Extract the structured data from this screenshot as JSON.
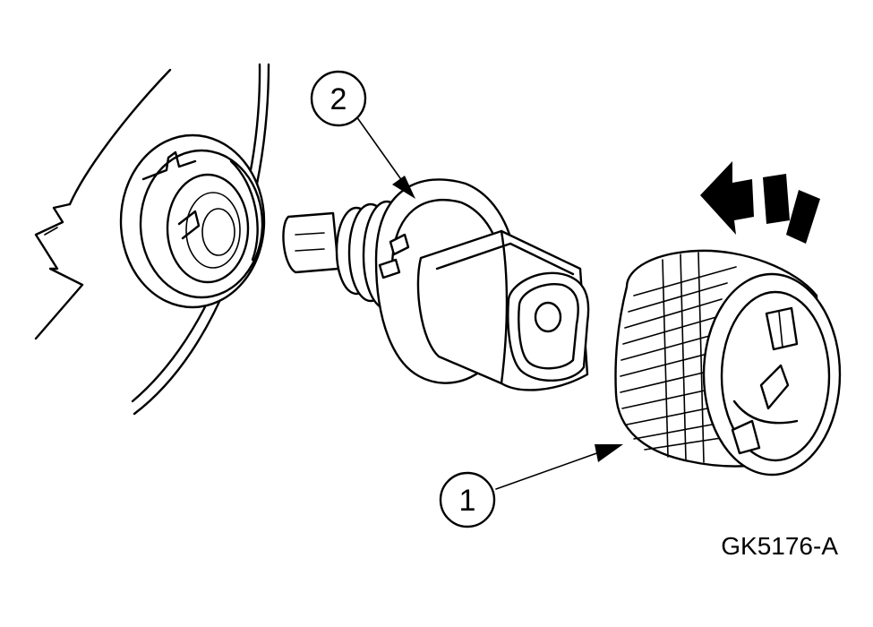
{
  "callouts": [
    {
      "id": "1",
      "label": "1"
    },
    {
      "id": "2",
      "label": "2"
    }
  ],
  "figure_code": "GK5176-A",
  "colors": {
    "ink": "#000000",
    "paper": "#ffffff"
  },
  "icons": {
    "direction_arrow": "arrow-left-icon"
  }
}
